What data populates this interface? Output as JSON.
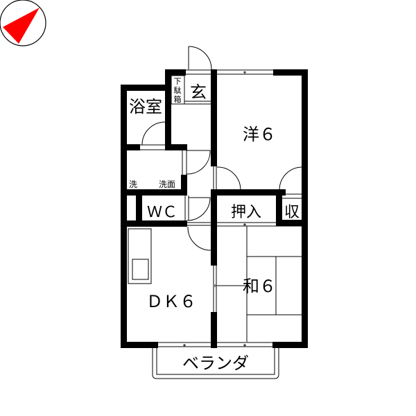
{
  "compass": {
    "icon": "north-arrow-icon",
    "color": "#ff0000",
    "direction": "northeast"
  },
  "rooms": {
    "bath": {
      "label": "浴室"
    },
    "entrance": {
      "label": "玄"
    },
    "shoe_box": {
      "label": "下駄箱"
    },
    "western_room": {
      "label": "洋６"
    },
    "washroom_laundry": {
      "label": "洗"
    },
    "washroom_basin": {
      "label": "洗面"
    },
    "toilet": {
      "label": "ＷＣ"
    },
    "closet_oshiire": {
      "label": "押入"
    },
    "storage": {
      "label": "収"
    },
    "dining_kitchen": {
      "label": "ＤＫ６"
    },
    "japanese_room": {
      "label": "和６"
    },
    "veranda": {
      "label": "ベランダ"
    }
  },
  "colors": {
    "wall": "#000000",
    "background": "#ffffff",
    "compass": "#ff0000"
  }
}
